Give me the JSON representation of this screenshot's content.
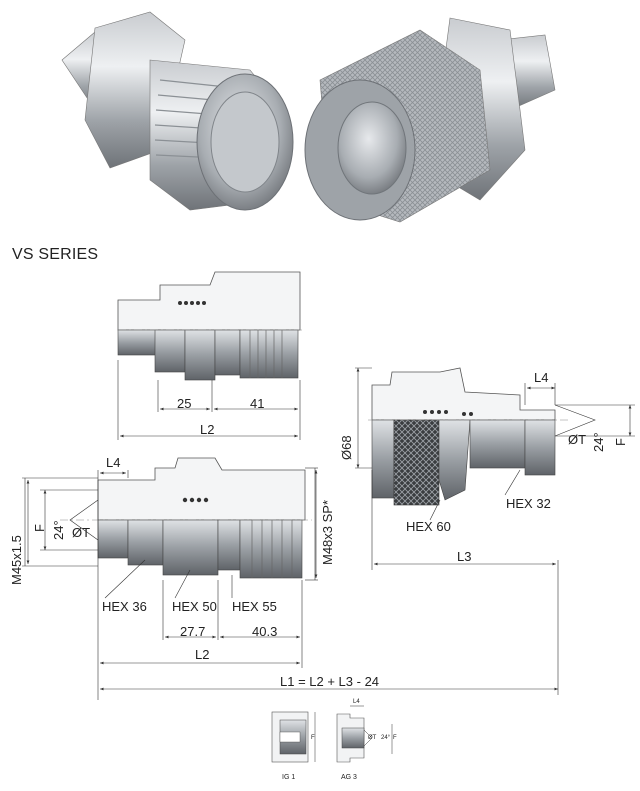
{
  "series_title": "VS SERIES",
  "drawing_top": {
    "dim_25": "25",
    "dim_41": "41",
    "dim_l2": "L2"
  },
  "drawing_bottom": {
    "l4": "L4",
    "m45": "M45x1.5",
    "f": "F",
    "angle": "24°",
    "t": "ØT",
    "m48": "M48x3 SP*",
    "hex36": "HEX 36",
    "hex50": "HEX 50",
    "hex55": "HEX 55",
    "dim_277": "27.7",
    "dim_403": "40.3",
    "dim_l2": "L2"
  },
  "drawing_right": {
    "l4": "L4",
    "d68": "Ø68",
    "t": "ØT",
    "angle": "24°",
    "f": "F",
    "hex60": "HEX 60",
    "hex32": "HEX 32",
    "l3": "L3"
  },
  "formula": "L1 = L2 + L3 - 24",
  "thumbs": {
    "ig1": "IG 1",
    "ag3": "AG 3",
    "f_left": "F",
    "l4": "L4",
    "t": "ØT",
    "angle": "24°",
    "f_right": "F"
  }
}
